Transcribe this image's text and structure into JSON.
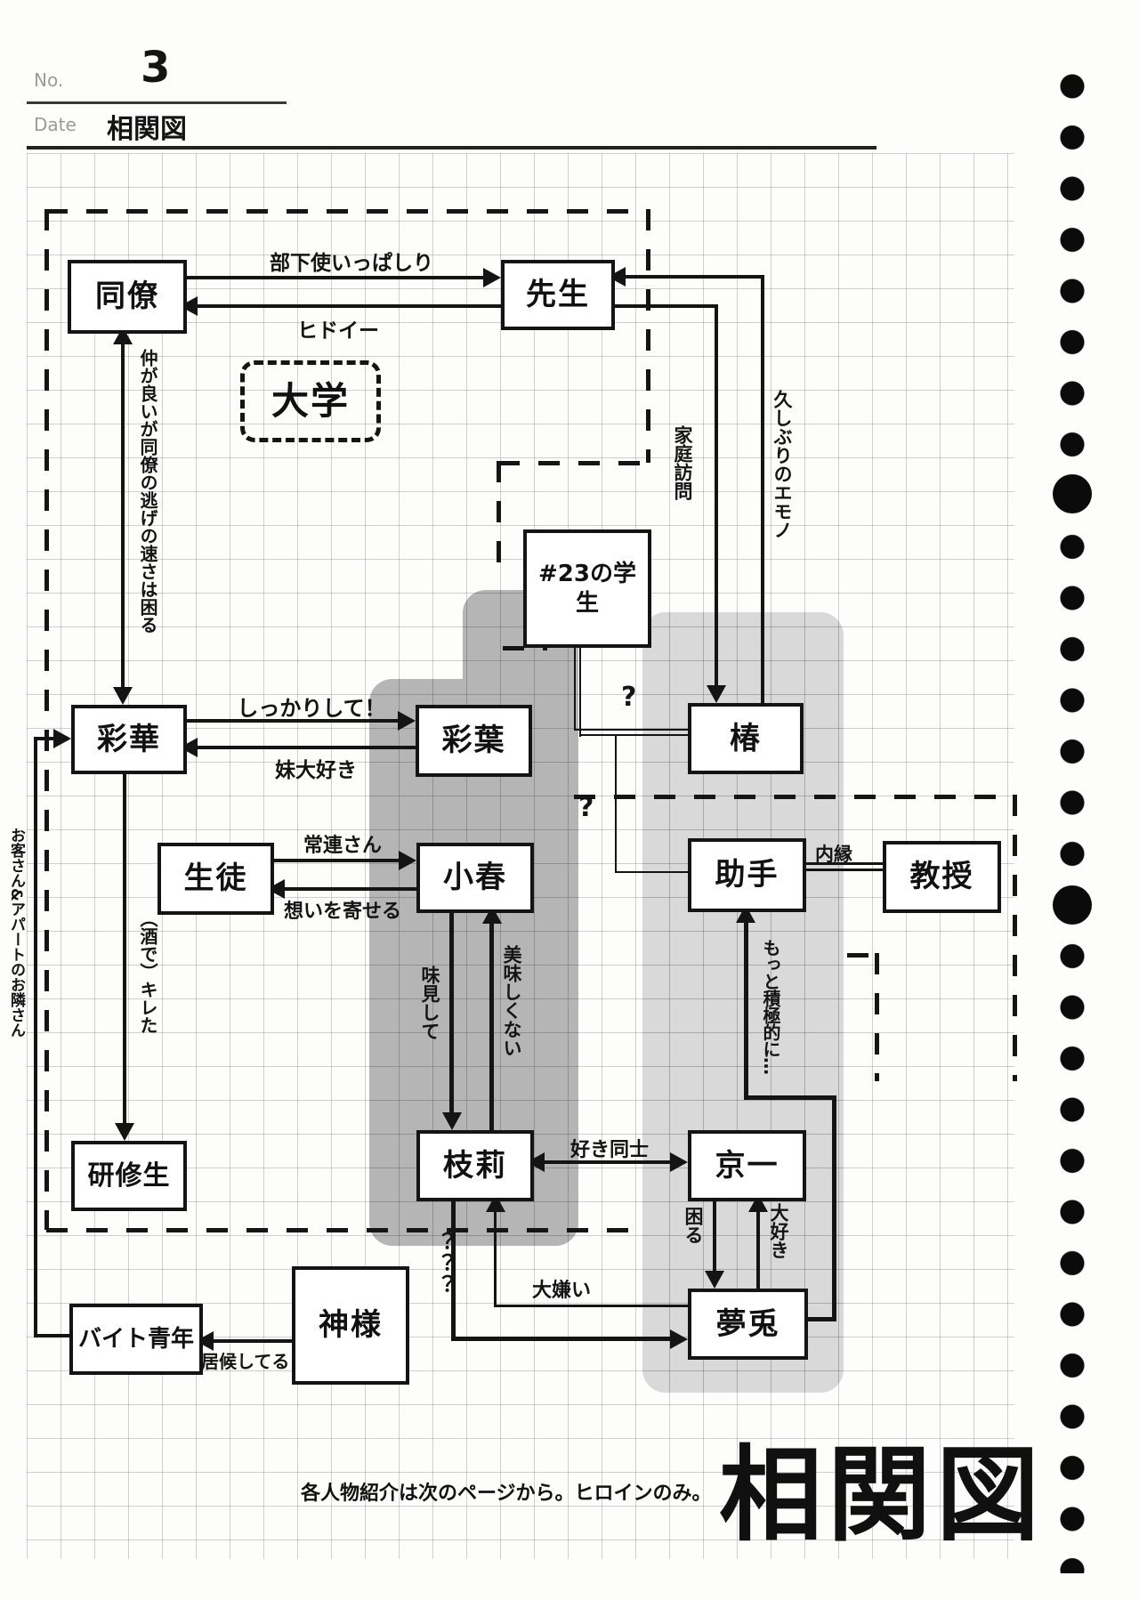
{
  "header": {
    "no_label": "No.",
    "no_value": "3",
    "date_label": "Date",
    "date_value": "相関図"
  },
  "nodes": {
    "colleague": "同僚",
    "teacher": "先生",
    "university": "大学",
    "student23": "#23の学生",
    "ayaka": "彩華",
    "iroha": "彩葉",
    "tsubaki": "椿",
    "pupil": "生徒",
    "koharu": "小春",
    "assistant": "助手",
    "professor": "教授",
    "trainee": "研修生",
    "eri": "枝莉",
    "kyoichi": "京一",
    "god": "神様",
    "parttimer": "バイト青年",
    "muu": "夢兎"
  },
  "relations": {
    "errand": "部下使いっぱしり",
    "hidoi": "ヒドイー",
    "goodterms": "仲が良いが同僚の逃げの速さは困る",
    "shikkari": "しっかりして！",
    "sislove": "妹大好き",
    "customer": "お客さん&アパートのお隣さん",
    "sake": "（酒で）キレた",
    "regular": "常連さん",
    "feelings": "想いを寄せる",
    "taste": "味見して",
    "nottasty": "美味しくない",
    "homevisit": "家庭訪問",
    "emono": "久しぶりのエモノ",
    "q_tsubaki": "?",
    "q_assistant": "?",
    "naien": "内縁",
    "motto": "もっと積極的に…",
    "mutuallove": "好き同士",
    "troubled": "困る",
    "daisuki": "大好き",
    "daikirai": "大嫌い",
    "qqq": "？？？",
    "freeload": "居候してる"
  },
  "footer": {
    "caption": "各人物紹介は次のページから。ヒロインのみ。",
    "big_title": "相関図"
  }
}
